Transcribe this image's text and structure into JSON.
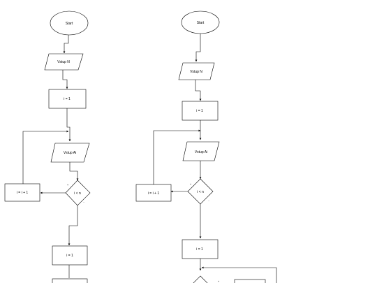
{
  "flowchart_left": {
    "start": "Start",
    "input_n": "Vstup N",
    "assign_i": "i = 1",
    "input_ai": "Vstup Ai",
    "increment": "i = i + 1",
    "condition": "i < n",
    "assign_i_2": "i = 1",
    "yes_label": "+",
    "no_label": "-"
  },
  "flowchart_right": {
    "start": "Start",
    "input_n": "Vstup N",
    "assign_i": "i = 1",
    "input_ai": "Vstup Ai",
    "increment": "i = i + 1",
    "condition": "i < n",
    "assign_i_2": "i = 1",
    "yes_label": "+",
    "no_label": "-",
    "partial_yes_label": "+"
  },
  "colors": {
    "stroke": "#000000",
    "fill": "#ffffff",
    "background": "#ffffff"
  }
}
